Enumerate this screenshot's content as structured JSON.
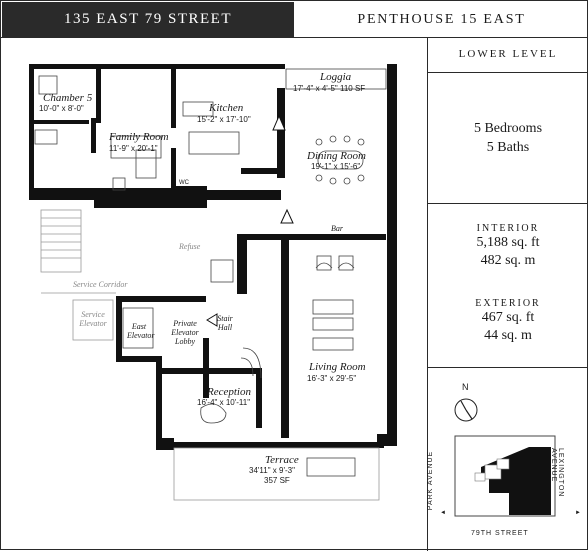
{
  "header": {
    "address": "135 EAST 79 STREET",
    "unit": "PENTHOUSE 15 EAST"
  },
  "summary": {
    "level": "LOWER LEVEL",
    "bedrooms": "5 Bedrooms",
    "baths": "5 Baths",
    "interior_label": "INTERIOR",
    "interior_sqft": "5,188 sq. ft",
    "interior_sqm": "482 sq. m",
    "exterior_label": "EXTERIOR",
    "exterior_sqft": "467 sq. ft",
    "exterior_sqm": "44 sq. m"
  },
  "key_plan": {
    "north": "N",
    "street_bottom": "79TH STREET",
    "avenue_left": "PARK AVENUE",
    "avenue_right": "LEXINGTON AVENUE"
  },
  "rooms": {
    "chamber5": {
      "name": "Chamber 5",
      "dims": "10'-0\" x 8'-0\""
    },
    "family": {
      "name": "Family Room",
      "dims": "11'-9\" x 20'-1\""
    },
    "kitchen": {
      "name": "Kitchen",
      "dims": "15'-2\" x 17'-10\""
    },
    "loggia": {
      "name": "Loggia",
      "dims": "17'-4\" x 4'-5\" 110 SF"
    },
    "dining": {
      "name": "Dining Room",
      "dims": "19'-1\" x 15'-6\""
    },
    "bar": {
      "name": "Bar"
    },
    "living": {
      "name": "Living Room",
      "dims": "16'-3\" x 29'-5\""
    },
    "reception": {
      "name": "Reception",
      "dims": "16'-4\" x 10'-11\""
    },
    "terrace": {
      "name": "Terrace",
      "dims": "34'11\" x 9'-3\"",
      "area": "357 SF"
    },
    "refuse": {
      "name": "Refuse"
    },
    "service_corridor": {
      "name": "Service Corridor"
    },
    "service_elevator": {
      "name": "Service Elevator"
    },
    "east_elevator": {
      "name": "East Elevator"
    },
    "private_lobby": {
      "name": "Private Elevator Lobby"
    },
    "stair_hall": {
      "name": "Stair Hall"
    },
    "wc": {
      "name": "WC"
    }
  }
}
